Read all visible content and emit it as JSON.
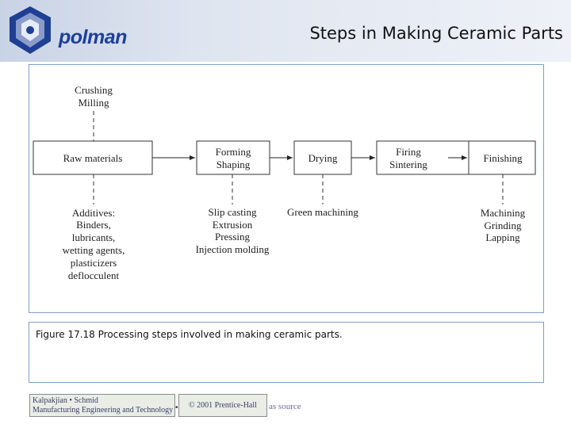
{
  "header": {
    "logo_text": "polman",
    "title": "Steps in Making Ceramic Parts"
  },
  "diagram": {
    "boxes": [
      {
        "lines": [
          "Raw  materials"
        ]
      },
      {
        "lines": [
          "Forming",
          "Shaping"
        ]
      },
      {
        "lines": [
          "Drying"
        ]
      },
      {
        "lines": [
          "Firing",
          "Sintering"
        ]
      },
      {
        "lines": [
          "Finishing"
        ]
      }
    ],
    "above_raw": [
      "Crushing",
      "Milling"
    ],
    "below_raw": [
      "Additives:",
      "Binders,",
      "lubricants,",
      "wetting  agents,",
      "plasticizers",
      "deflocculent"
    ],
    "below_forming": [
      "Slip   casting",
      "Extrusion",
      "Pressing",
      "Injection  molding"
    ],
    "below_drying": [
      "Green  machining"
    ],
    "below_finishing": [
      "Machining",
      "Grinding",
      "Lapping"
    ]
  },
  "caption": "Figure 17.18 Processing steps involved in making ceramic parts.",
  "footer": {
    "badge_line1": "Kalpakjian • Schmid",
    "badge_line2": "Manufacturing Engineering and Technology",
    "copyright": "© 2001 Prentice-Hall",
    "source": "as source"
  }
}
